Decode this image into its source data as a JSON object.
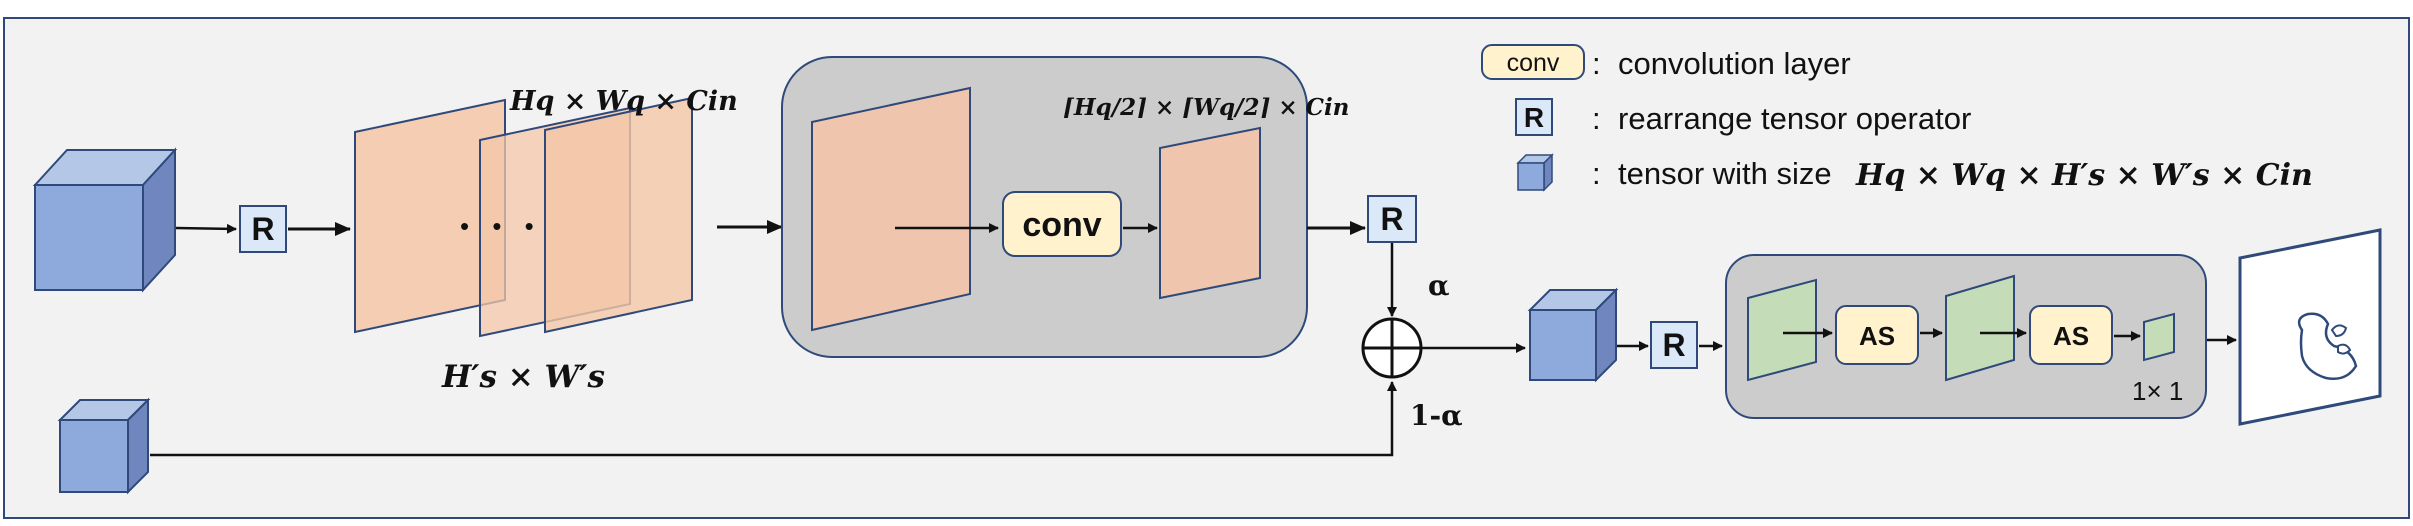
{
  "legend": {
    "conv_box": "conv",
    "conv_desc": "convolution layer",
    "r_box": "R",
    "r_desc": "rearrange tensor operator",
    "tensor_desc": "tensor with size",
    "tensor_size": "Hq × Wq × H′s × W′s × Cin",
    "colon": ":"
  },
  "labels": {
    "r": "R",
    "conv": "conv",
    "as": "AS",
    "alpha": "α",
    "one_minus_alpha": "1-α",
    "one_by_one": "1× 1",
    "dots": "• • •",
    "feature_top": "Hq × Wq × Cin",
    "feature_bottom": "H′s × W′s",
    "pooled": "⌈Hq/2⌉ × ⌈Wq/2⌉ × Cin"
  },
  "colors": {
    "cube_front": "#8ea9db",
    "cube_side": "#6f86be",
    "cube_top": "#b4c7e7",
    "plane": "#f4c7a8",
    "panel": "#cccccc",
    "panel_border": "#2f4a7a",
    "conv_fill": "#fff2cc",
    "r_fill": "#dae8f7",
    "green": "#c5dcb8",
    "border": "#2f4a7a"
  }
}
